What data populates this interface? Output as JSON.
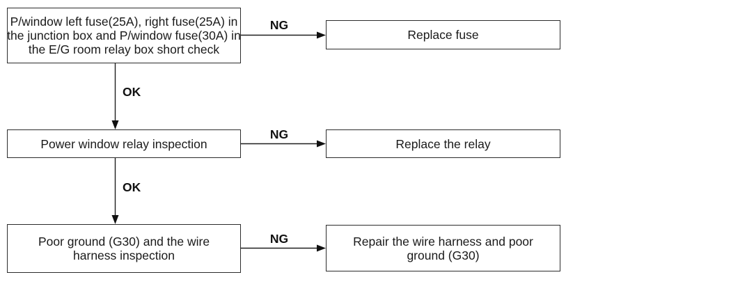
{
  "flowchart": {
    "colors": {
      "background": "#ffffff",
      "border": "#2b2b2b",
      "arrow": "#1f1f1f",
      "text": "#1a1a1a"
    },
    "steps": [
      {
        "check": {
          "text": "P/window left fuse(25A), right fuse(25A) in the junction box and P/window fuse(30A) in the E/G room relay box short check",
          "lines": [
            "P/window left fuse(25A), right fuse(25A) in",
            "the junction box and P/window fuse(30A) in",
            "the E/G room relay box short check"
          ]
        },
        "ng_label": "NG",
        "action": {
          "text": "Replace fuse",
          "lines": [
            "Replace fuse"
          ]
        },
        "ok_label": "OK"
      },
      {
        "check": {
          "text": "Power window relay inspection",
          "lines": [
            "Power window relay inspection"
          ]
        },
        "ng_label": "NG",
        "action": {
          "text": "Replace the relay",
          "lines": [
            "Replace the relay"
          ]
        },
        "ok_label": "OK"
      },
      {
        "check": {
          "text": "Poor ground (G30) and the wire harness inspection",
          "lines": [
            "Poor ground (G30) and the wire",
            "harness inspection"
          ]
        },
        "ng_label": "NG",
        "action": {
          "text": "Repair the wire harness and poor ground (G30)",
          "lines": [
            "Repair the wire harness and poor",
            "ground (G30)"
          ]
        }
      }
    ]
  }
}
